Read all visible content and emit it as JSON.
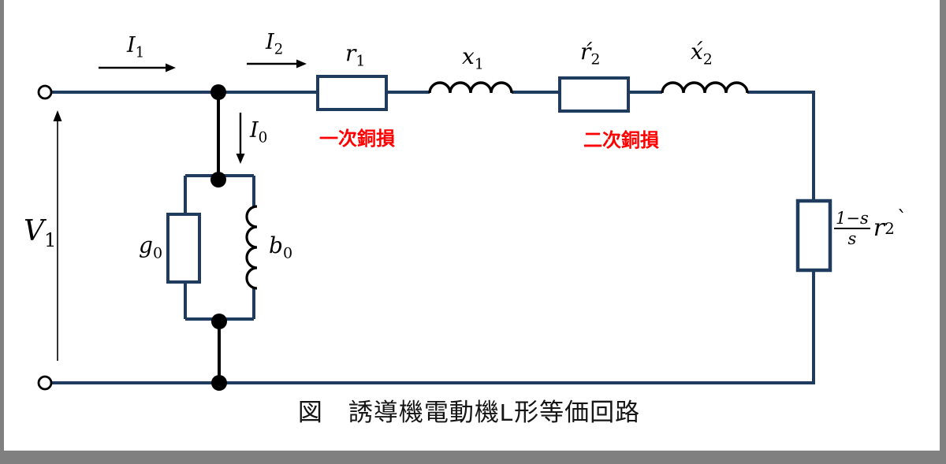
{
  "frame": {
    "border_color": "#808080",
    "background": "#ffffff"
  },
  "circuit": {
    "wire_color": "#1f3c5e",
    "component_stroke_color": "#1f3c5e",
    "coil_color": "#000000",
    "labels": {
      "v1": {
        "base": "V",
        "sub": "1"
      },
      "i1": {
        "base": "I",
        "sub": "1"
      },
      "i2": {
        "base": "I",
        "sub": "2"
      },
      "i0": {
        "base": "I",
        "sub": "0"
      },
      "r1": {
        "base": "r",
        "sub": "1"
      },
      "x1": {
        "base": "x",
        "sub": "1"
      },
      "r2_prime": {
        "base": "ŕ",
        "sub": "2"
      },
      "x2_prime": {
        "base": "x́",
        "sub": "2"
      },
      "g0": {
        "base": "g",
        "sub": "0"
      },
      "b0": {
        "base": "b",
        "sub": "0"
      },
      "load": {
        "numerator": "1−s",
        "denominator": "s",
        "base": "r",
        "sub": "2",
        "prime": "`"
      }
    },
    "annotations": {
      "primary_copper_loss": {
        "text": "一次銅損",
        "color": "#ff0000"
      },
      "secondary_copper_loss": {
        "text": "二次銅損",
        "color": "#ff0000"
      }
    }
  },
  "caption": {
    "text": "図　誘導機電動機L形等価回路"
  }
}
